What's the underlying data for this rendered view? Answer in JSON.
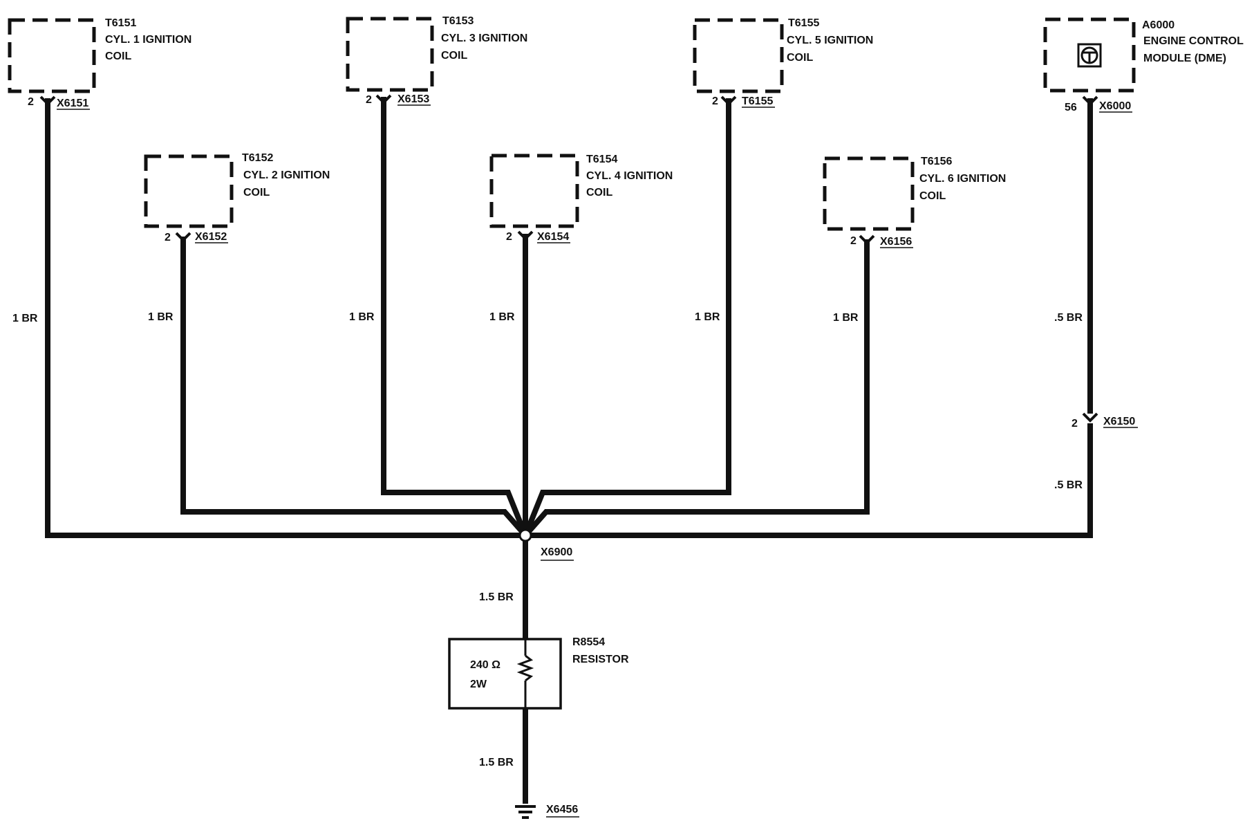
{
  "coils": [
    {
      "id": "T6151",
      "name_line1": "CYL. 1 IGNITION",
      "name_line2": "COIL",
      "pin": "2",
      "connector": "X6151",
      "wire": "1 BR"
    },
    {
      "id": "T6152",
      "name_line1": "CYL. 2 IGNITION",
      "name_line2": "COIL",
      "pin": "2",
      "connector": "X6152",
      "wire": "1 BR"
    },
    {
      "id": "T6153",
      "name_line1": "CYL. 3 IGNITION",
      "name_line2": "COIL",
      "pin": "2",
      "connector": "X6153",
      "wire": "1 BR"
    },
    {
      "id": "T6154",
      "name_line1": "CYL. 4 IGNITION",
      "name_line2": "COIL",
      "pin": "2",
      "connector": "X6154",
      "wire": "1 BR"
    },
    {
      "id": "T6155",
      "name_line1": "CYL. 5 IGNITION",
      "name_line2": "COIL",
      "pin": "2",
      "connector": "T6155",
      "wire": "1 BR"
    },
    {
      "id": "T6156",
      "name_line1": "CYL. 6 IGNITION",
      "name_line2": "COIL",
      "pin": "2",
      "connector": "X6156",
      "wire": "1 BR"
    }
  ],
  "module": {
    "id": "A6000",
    "name_line1": "ENGINE CONTROL",
    "name_line2": "MODULE (DME)",
    "icon": "ecu-symbol-icon",
    "pin": "56",
    "connector": "X6000",
    "wire_upper": ".5 BR",
    "inline_pin": "2",
    "inline_connector": "X6150",
    "wire_lower": ".5 BR"
  },
  "splice": {
    "id": "X6900"
  },
  "resistor": {
    "id": "R8554",
    "name": "RESISTOR",
    "resistance": "240 Ω",
    "power": "2W",
    "wire_in": "1.5 BR",
    "wire_out": "1.5 BR"
  },
  "ground": {
    "id": "X6456",
    "icon": "ground-symbol-icon"
  },
  "colors": {
    "ink": "#111111",
    "background": "#ffffff"
  }
}
